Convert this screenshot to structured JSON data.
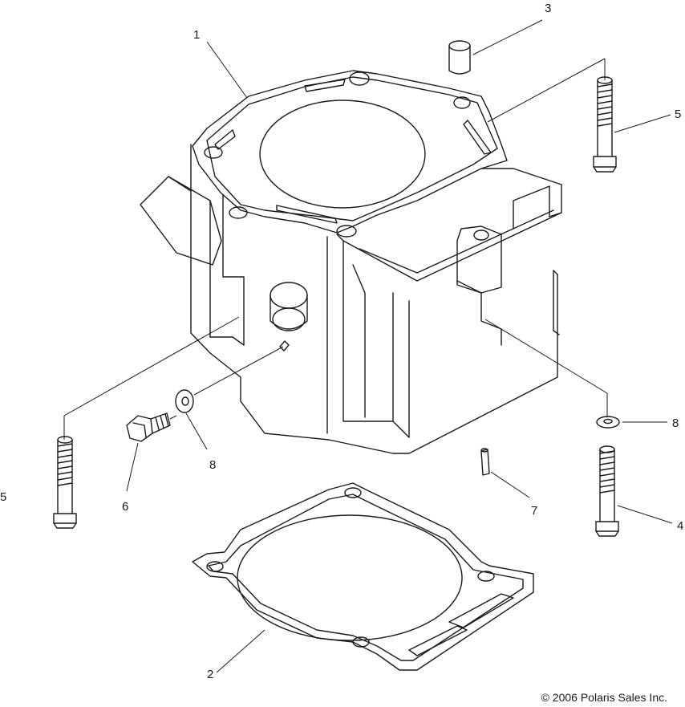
{
  "callouts": {
    "c1": "1",
    "c2": "2",
    "c3": "3",
    "c4": "4",
    "c5_right": "5",
    "c5_left": "5",
    "c6": "6",
    "c7": "7",
    "c8_right": "8",
    "c8_left": "8"
  },
  "copyright": "© 2006 Polaris Sales Inc."
}
